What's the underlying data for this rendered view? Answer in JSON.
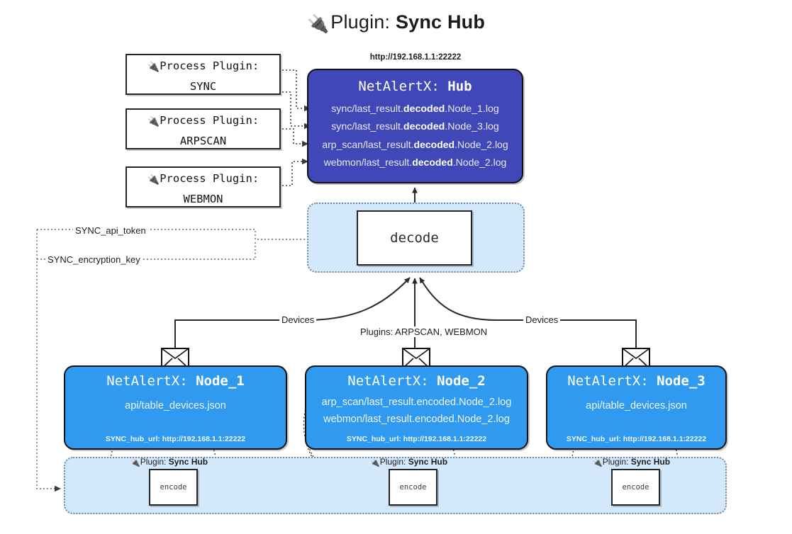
{
  "title": {
    "icon": "plug-icon",
    "prefix": "Plugin: ",
    "name": "Sync Hub"
  },
  "hub": {
    "url": "http://192.168.1.1:22222",
    "label_prefix": "NetAlertX: ",
    "label_name": "Hub",
    "lines": [
      {
        "pre": "sync/last_result.",
        "em": "decoded",
        "post": ".Node_1.log"
      },
      {
        "pre": "sync/last_result.",
        "em": "decoded",
        "post": ".Node_3.log"
      },
      {
        "pre": "arp_scan/last_result.",
        "em": "decoded",
        "post": ".Node_2.log"
      },
      {
        "pre": "webmon/last_result.",
        "em": "decoded",
        "post": ".Node_2.log"
      }
    ]
  },
  "process_plugins": {
    "heading": "Process Plugin:",
    "items": [
      {
        "name": "SYNC"
      },
      {
        "name": "ARPSCAN"
      },
      {
        "name": "WEBMON"
      }
    ]
  },
  "decode": {
    "label": "decode"
  },
  "edge_labels": {
    "devices_left": "Devices",
    "devices_right": "Devices",
    "plugins": "Plugins: ARPSCAN, WEBMON",
    "api_token": "SYNC_api_token",
    "encryption_key": "SYNC_encryption_key"
  },
  "nodes": [
    {
      "label_prefix": "NetAlertX: ",
      "label_name": "Node_1",
      "lines": [
        "api/table_devices.json"
      ],
      "footer": "SYNC_hub_url: http://192.168.1.1:22222",
      "icon": "envelope-icon"
    },
    {
      "label_prefix": "NetAlertX: ",
      "label_name": "Node_2",
      "lines": [
        "arp_scan/last_result.encoded.Node_2.log",
        "webmon/last_result.encoded.Node_2.log"
      ],
      "footer": "SYNC_hub_url: http://192.168.1.1:22222",
      "icon": "envelope-icon"
    },
    {
      "label_prefix": "NetAlertX: ",
      "label_name": "Node_3",
      "lines": [
        "api/table_devices.json"
      ],
      "footer": "SYNC_hub_url: http://192.168.1.1:22222",
      "icon": "envelope-icon"
    }
  ],
  "bottom_plugins": [
    {
      "tag_prefix": "Plugin: ",
      "tag_name": "Sync Hub",
      "box_label": "encode"
    },
    {
      "tag_prefix": "Plugin: ",
      "tag_name": "Sync Hub",
      "box_label": "encode"
    },
    {
      "tag_prefix": "Plugin: ",
      "tag_name": "Sync Hub",
      "box_label": "encode"
    }
  ],
  "colors": {
    "hub_fill": "#4048b8",
    "node_fill": "#2f9af0",
    "group_fill": "#d4e8fb",
    "outline": "#101010",
    "edge": "#2a2a2a"
  }
}
